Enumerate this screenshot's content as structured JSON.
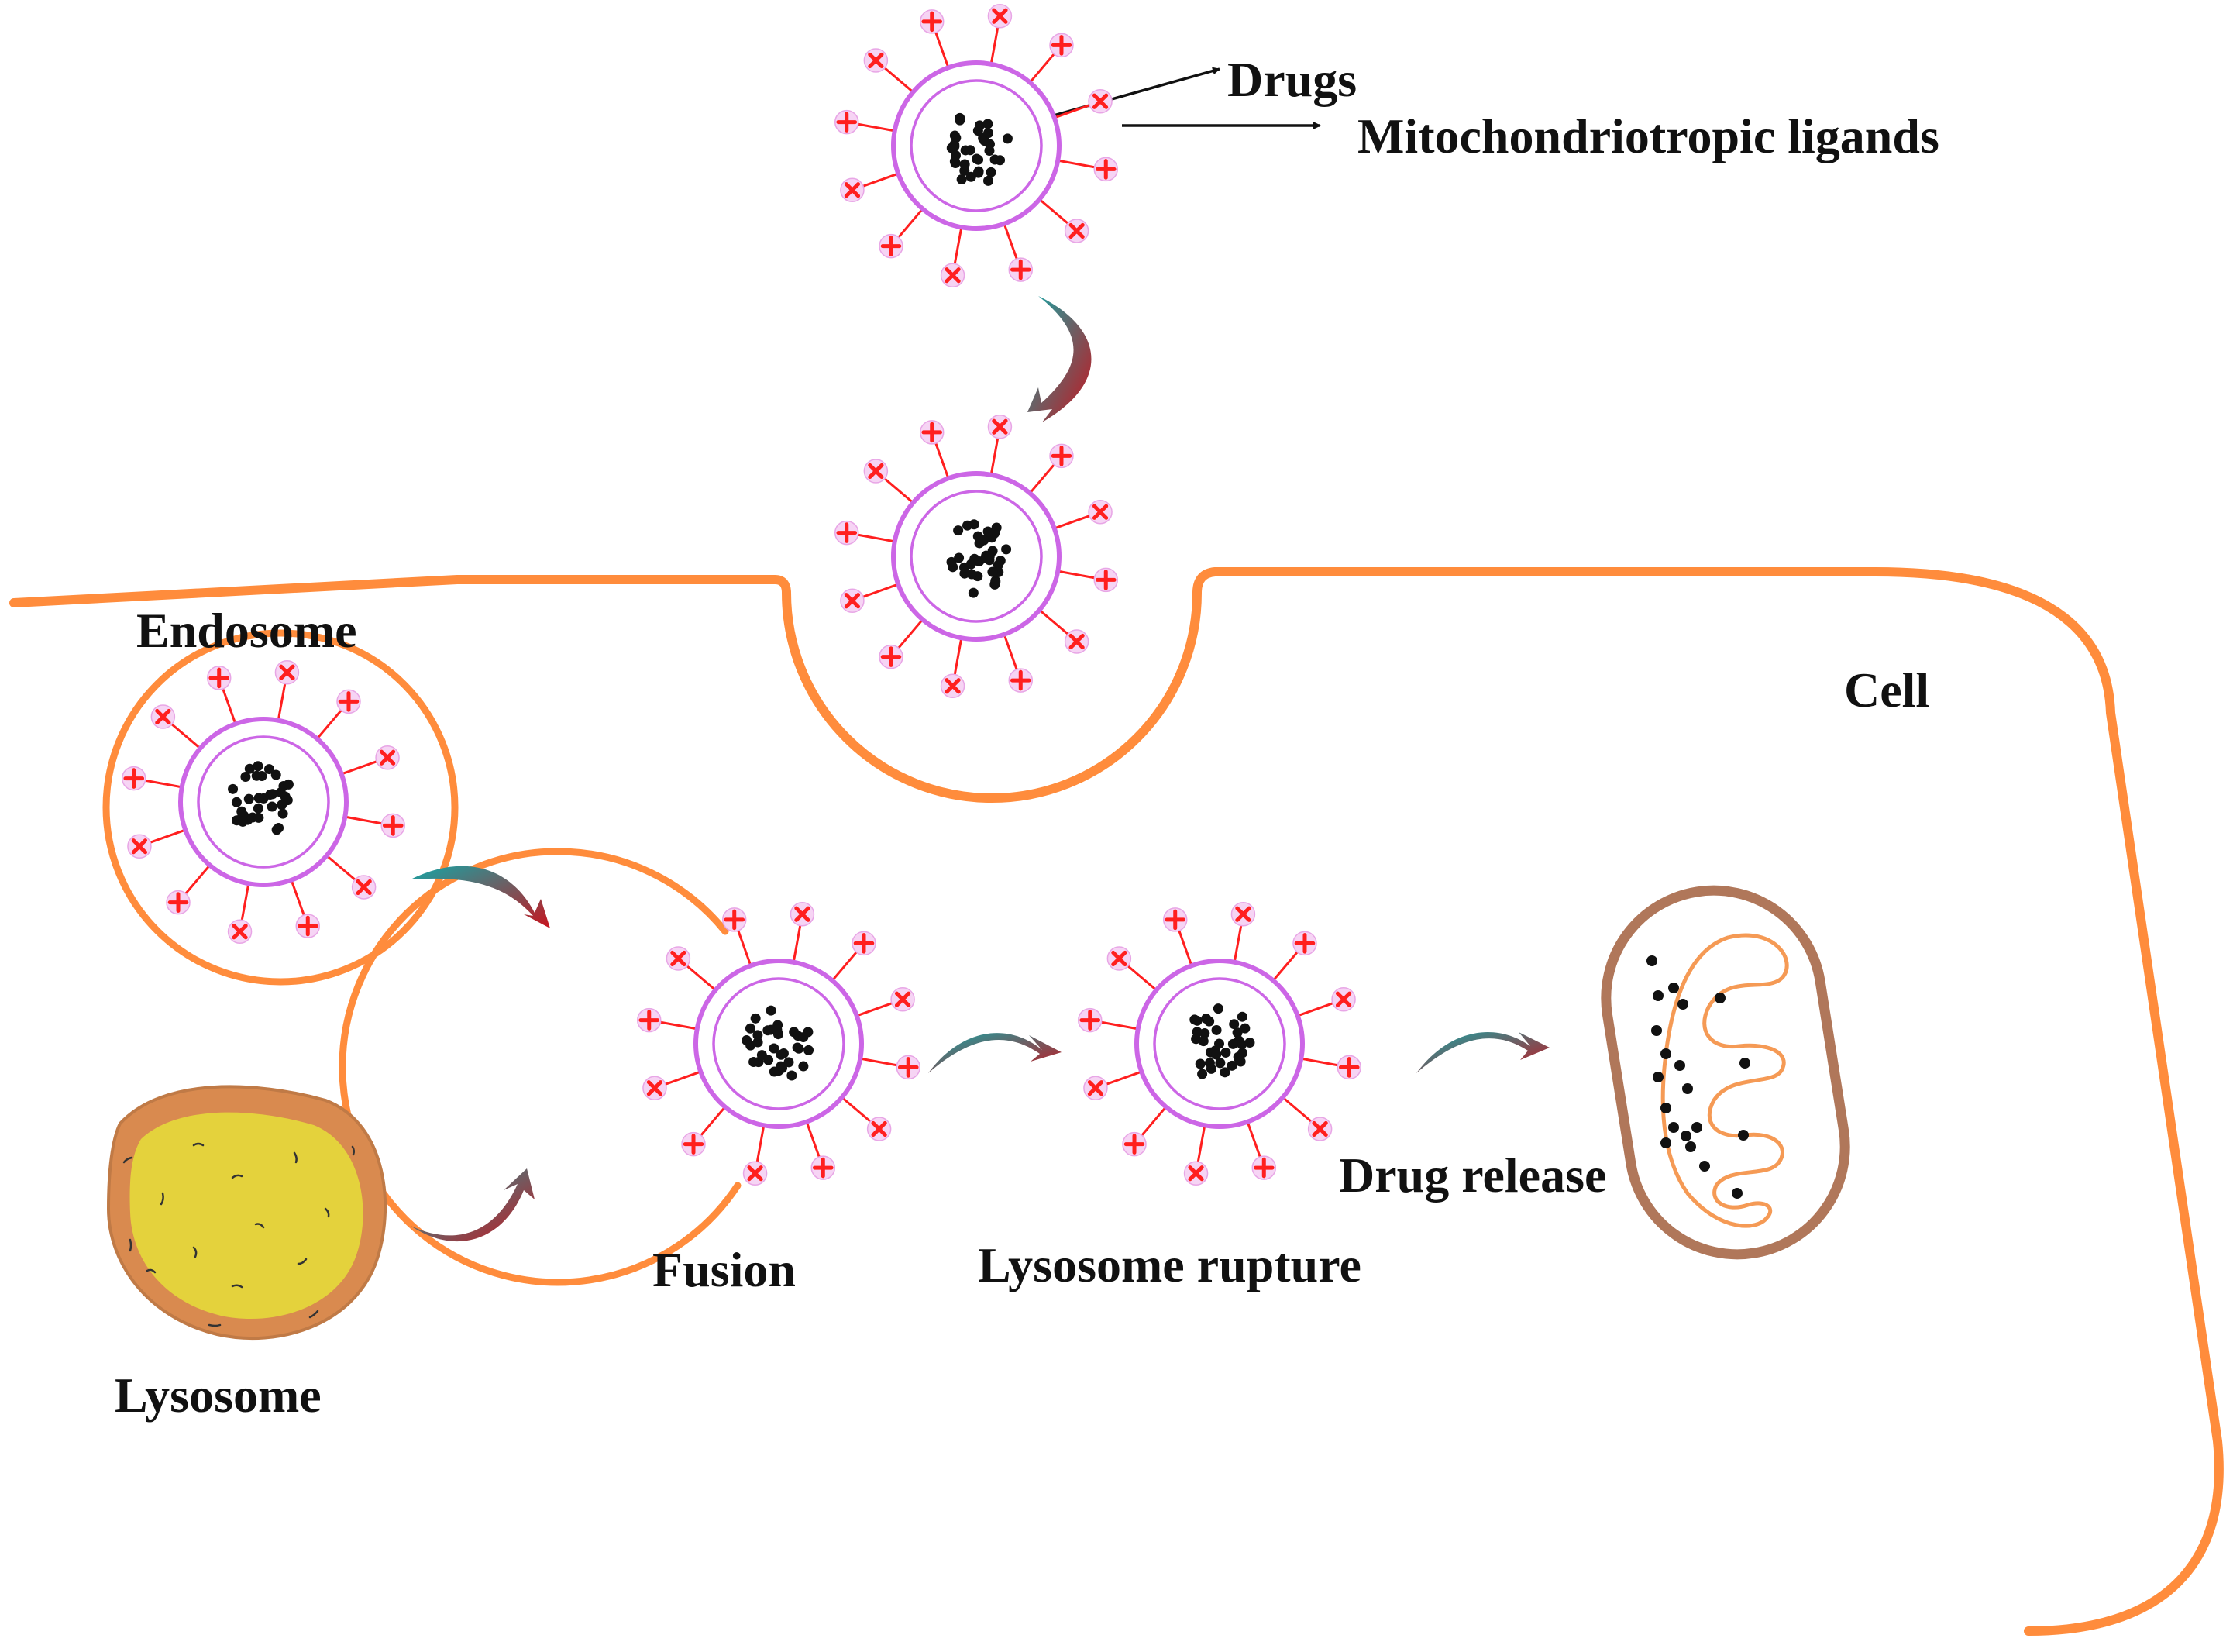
{
  "labels": {
    "drugs": "Drugs",
    "ligands": "Mitochondriotropic ligands",
    "endosome": "Endosome",
    "cell": "Cell",
    "fusion": "Fusion",
    "lysosome_rupture": "Lysosome rupture",
    "lysosome": "Lysosome",
    "drug_release": "Drug release"
  },
  "colors": {
    "membrane": "#ff8c3c",
    "vesicle": "#cc66e6",
    "ligand": "#ff1f1f",
    "ligand_fill": "#f6d4f4",
    "lysosome_outer": "#d98a4f",
    "lysosome_inner": "#e4d23c",
    "mito_outer": "#b0775a",
    "mito_inner": "#f59a55",
    "arrow_start": "#14a6a6",
    "arrow_end": "#c8141e",
    "drug_dot": "#111111"
  },
  "icons": {
    "nanocarrier": "nanocarrier-icon",
    "ligand": "positive-ligand-icon",
    "lysosome": "lysosome-icon",
    "mitochondrion": "mitochondrion-icon",
    "arrow": "curved-arrow-icon"
  }
}
